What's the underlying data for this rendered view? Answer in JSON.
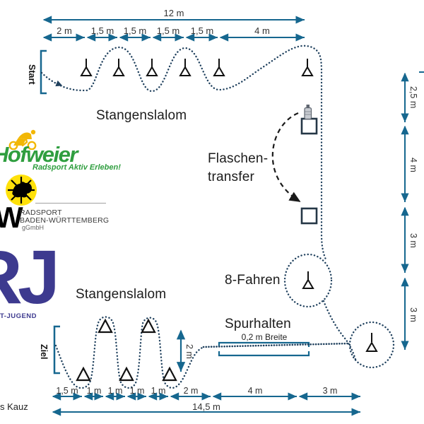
{
  "stations": {
    "slalom_top": "Stangenslalom",
    "slalom_bottom": "Stangenslalom",
    "flaschentransfer_line1": "Flaschen-",
    "flaschentransfer_line2": "transfer",
    "acht_fahren": "8-Fahren",
    "spurhalten": "Spurhalten",
    "breite": "0,2 m Breite"
  },
  "markers": {
    "start": "Start",
    "ziel": "Ziel"
  },
  "dims": {
    "top_total": "12 m",
    "top_segments": [
      "2 m",
      "1,5 m",
      "1,5 m",
      "1,5 m",
      "1,5 m",
      "4 m"
    ],
    "right_segments": [
      "2,5 m",
      "4 m",
      "3 m",
      "3 m"
    ],
    "bottom_segments": [
      "1,5 m",
      "1 m",
      "1 m",
      "1 m",
      "1 m",
      "2 m",
      "4 m",
      "3 m"
    ],
    "bottom_total": "14,5 m",
    "slalom_width": "2 m"
  },
  "logos": {
    "hofweier": {
      "name": "Hofweier",
      "tagline": "Radsport Aktiv Erleben!"
    },
    "bw": {
      "letter": "W",
      "line1": "RADSPORT",
      "line2": "BADEN-WÜRTTEMBERG",
      "line3": "gGmbH"
    },
    "rj": {
      "letters": "RJ",
      "text": "T-JUGEND"
    }
  },
  "credit": "s Kauz",
  "icons": {
    "cyclist": "cyclist-icon",
    "lion": "lion-badge-icon",
    "bottle": "bottle-icon",
    "pole_cone": "slalom-pole-icon",
    "triangle": "triangle-marker-icon"
  },
  "colors": {
    "dimension": "#16678f",
    "course_path": "#20415e",
    "hofweier_green": "#2f9e3f",
    "cyclist_yellow": "#f2b705",
    "bw_yellow": "#ffe10a",
    "rj_purple": "#3d3a8f"
  }
}
